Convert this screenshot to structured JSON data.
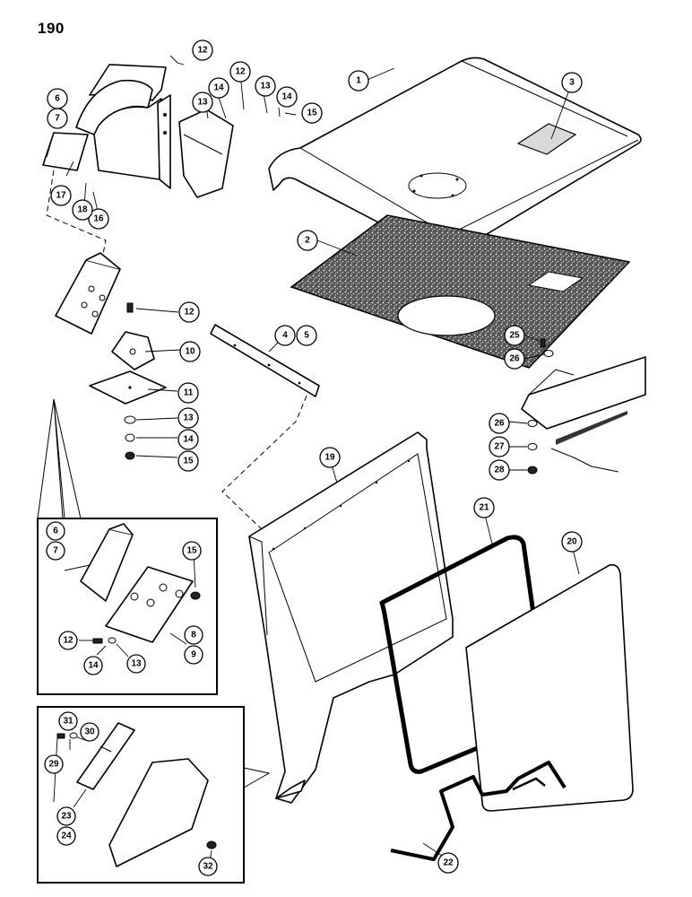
{
  "page": {
    "number": "190"
  },
  "callouts": [
    {
      "id": "c-1",
      "label": "1"
    },
    {
      "id": "c-2",
      "label": "2"
    },
    {
      "id": "c-3",
      "label": "3"
    },
    {
      "id": "c-4",
      "label": "4"
    },
    {
      "id": "c-5",
      "label": "5"
    },
    {
      "id": "c-6",
      "label": "6"
    },
    {
      "id": "c-7",
      "label": "7"
    },
    {
      "id": "c-10",
      "label": "10"
    },
    {
      "id": "c-11",
      "label": "11"
    },
    {
      "id": "c-12a",
      "label": "12"
    },
    {
      "id": "c-12b",
      "label": "12"
    },
    {
      "id": "c-12c",
      "label": "12"
    },
    {
      "id": "c-13a",
      "label": "13"
    },
    {
      "id": "c-13b",
      "label": "13"
    },
    {
      "id": "c-13c",
      "label": "13"
    },
    {
      "id": "c-14a",
      "label": "14"
    },
    {
      "id": "c-14b",
      "label": "14"
    },
    {
      "id": "c-14c",
      "label": "14"
    },
    {
      "id": "c-15a",
      "label": "15"
    },
    {
      "id": "c-15b",
      "label": "15"
    },
    {
      "id": "c-16",
      "label": "16"
    },
    {
      "id": "c-17",
      "label": "17"
    },
    {
      "id": "c-18",
      "label": "18"
    },
    {
      "id": "c-19",
      "label": "19"
    },
    {
      "id": "c-20",
      "label": "20"
    },
    {
      "id": "c-21",
      "label": "21"
    },
    {
      "id": "c-22",
      "label": "22"
    },
    {
      "id": "c-25",
      "label": "25"
    },
    {
      "id": "c-26a",
      "label": "26"
    },
    {
      "id": "c-26b",
      "label": "26"
    },
    {
      "id": "c-27",
      "label": "27"
    },
    {
      "id": "c-28",
      "label": "28"
    }
  ],
  "inset_a": {
    "callouts": [
      {
        "id": "ia-6",
        "label": "6"
      },
      {
        "id": "ia-7",
        "label": "7"
      },
      {
        "id": "ia-8",
        "label": "8"
      },
      {
        "id": "ia-9",
        "label": "9"
      },
      {
        "id": "ia-12",
        "label": "12"
      },
      {
        "id": "ia-13",
        "label": "13"
      },
      {
        "id": "ia-14",
        "label": "14"
      },
      {
        "id": "ia-15",
        "label": "15"
      }
    ]
  },
  "inset_b": {
    "callouts": [
      {
        "id": "ib-23",
        "label": "23"
      },
      {
        "id": "ib-24",
        "label": "24"
      },
      {
        "id": "ib-29",
        "label": "29"
      },
      {
        "id": "ib-30",
        "label": "30"
      },
      {
        "id": "ib-31",
        "label": "31"
      },
      {
        "id": "ib-32",
        "label": "32"
      }
    ]
  }
}
